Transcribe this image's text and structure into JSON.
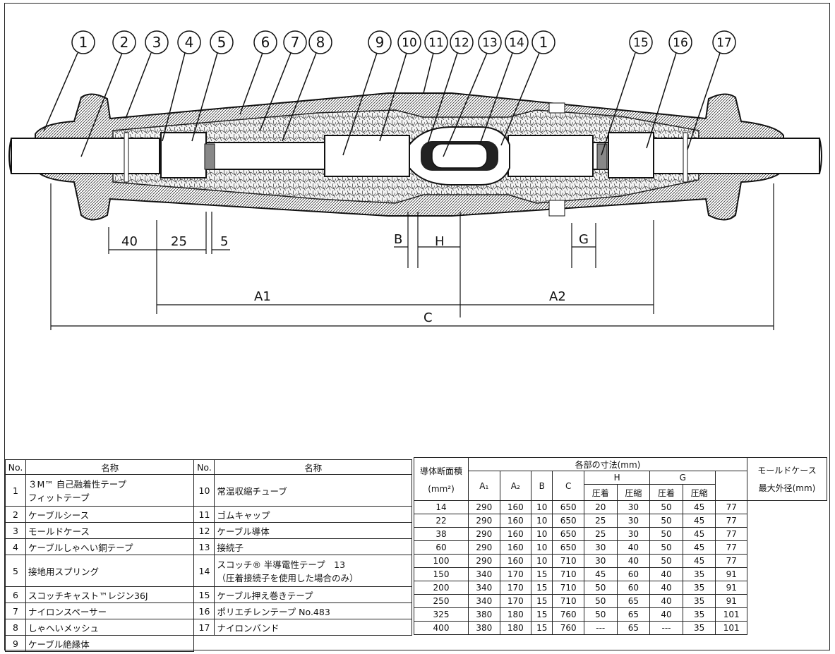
{
  "callouts": [
    "1",
    "2",
    "3",
    "4",
    "5",
    "6",
    "7",
    "8",
    "9",
    "10",
    "11",
    "12",
    "13",
    "14",
    "1",
    "15",
    "16",
    "17"
  ],
  "dimensions": {
    "d40": "40",
    "d25": "25",
    "d5": "5",
    "B": "B",
    "H": "H",
    "G": "G",
    "A1": "A1",
    "A2": "A2",
    "C": "C"
  },
  "parts_table": {
    "header_no": "No.",
    "header_name": "名称",
    "left": [
      {
        "no": "1",
        "line1": "３M™ 自己融着性テープ",
        "line2": "フィットテープ"
      },
      {
        "no": "2",
        "line1": "ケーブルシース"
      },
      {
        "no": "3",
        "line1": "モールドケース"
      },
      {
        "no": "4",
        "line1": "ケーブルしゃへい銅テープ"
      },
      {
        "no": "5",
        "line1": "接地用スプリング"
      },
      {
        "no": "6",
        "line1": "スコッチキャスト™レジン36J"
      },
      {
        "no": "7",
        "line1": "ナイロンスペーサー"
      },
      {
        "no": "8",
        "line1": "しゃへいメッシュ"
      },
      {
        "no": "9",
        "line1": "ケーブル絶縁体"
      }
    ],
    "right": [
      {
        "no": "10",
        "line1": "常温収縮チューブ"
      },
      {
        "no": "11",
        "line1": "ゴムキャップ"
      },
      {
        "no": "12",
        "line1": "ケーブル導体"
      },
      {
        "no": "13",
        "line1": "接続子"
      },
      {
        "no": "14",
        "line1": "スコッチ® 半導電性テープ　13",
        "line2": "（圧着接続子を使用した場合のみ）"
      },
      {
        "no": "15",
        "line1": "ケーブル押え巻きテープ"
      },
      {
        "no": "16",
        "line1": "ポリエチレンテープ No.483"
      },
      {
        "no": "17",
        "line1": "ナイロンバンド"
      }
    ]
  },
  "dims_table": {
    "h_section": "導体断面積",
    "h_section_unit": "(mm²)",
    "h_dims": "各部の寸法(mm)",
    "h_case": "モールドケース",
    "h_case2": "最大外径(mm)",
    "h_A1": "A₁",
    "h_A2": "A₂",
    "h_B": "B",
    "h_C": "C",
    "h_H": "H",
    "h_G": "G",
    "h_crimp": "圧着",
    "h_compress": "圧縮",
    "rows": [
      [
        "14",
        "290",
        "160",
        "10",
        "650",
        "20",
        "30",
        "50",
        "45",
        "77"
      ],
      [
        "22",
        "290",
        "160",
        "10",
        "650",
        "25",
        "30",
        "50",
        "45",
        "77"
      ],
      [
        "38",
        "290",
        "160",
        "10",
        "650",
        "25",
        "30",
        "50",
        "45",
        "77"
      ],
      [
        "60",
        "290",
        "160",
        "10",
        "650",
        "30",
        "40",
        "50",
        "45",
        "77"
      ],
      [
        "100",
        "290",
        "160",
        "10",
        "710",
        "30",
        "40",
        "50",
        "45",
        "77"
      ],
      [
        "150",
        "340",
        "170",
        "15",
        "710",
        "45",
        "60",
        "40",
        "35",
        "91"
      ],
      [
        "200",
        "340",
        "170",
        "15",
        "710",
        "50",
        "60",
        "40",
        "35",
        "91"
      ],
      [
        "250",
        "340",
        "170",
        "15",
        "710",
        "50",
        "65",
        "40",
        "35",
        "91"
      ],
      [
        "325",
        "380",
        "180",
        "15",
        "760",
        "50",
        "65",
        "40",
        "35",
        "101"
      ],
      [
        "400",
        "380",
        "180",
        "15",
        "760",
        "---",
        "65",
        "---",
        "35",
        "101"
      ]
    ]
  }
}
